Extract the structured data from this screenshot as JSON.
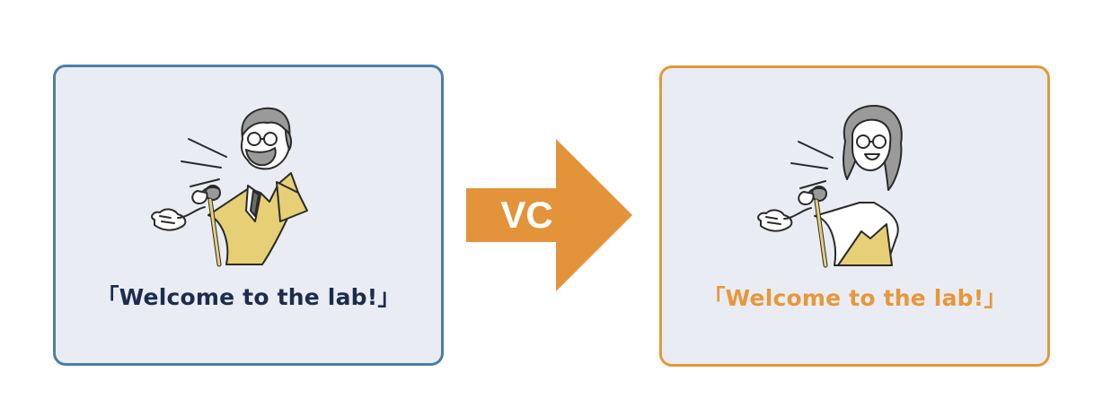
{
  "colors": {
    "card_fill": "#e9edf3",
    "left_border": "#4b7ea6",
    "left_text": "#1d2c4e",
    "right_border": "#e2993a",
    "right_text": "#e8973a",
    "arrow_fill": "#e3943a",
    "arrow_text": "#ffffff",
    "accent_gold": "#e6cf75"
  },
  "source": {
    "speaker_icon": "elderly-man-speaking-icon",
    "quote": "「Welcome to the lab!」"
  },
  "arrow": {
    "label": "VC"
  },
  "target": {
    "speaker_icon": "elderly-woman-speaking-icon",
    "quote": "「Welcome to the lab!」"
  }
}
